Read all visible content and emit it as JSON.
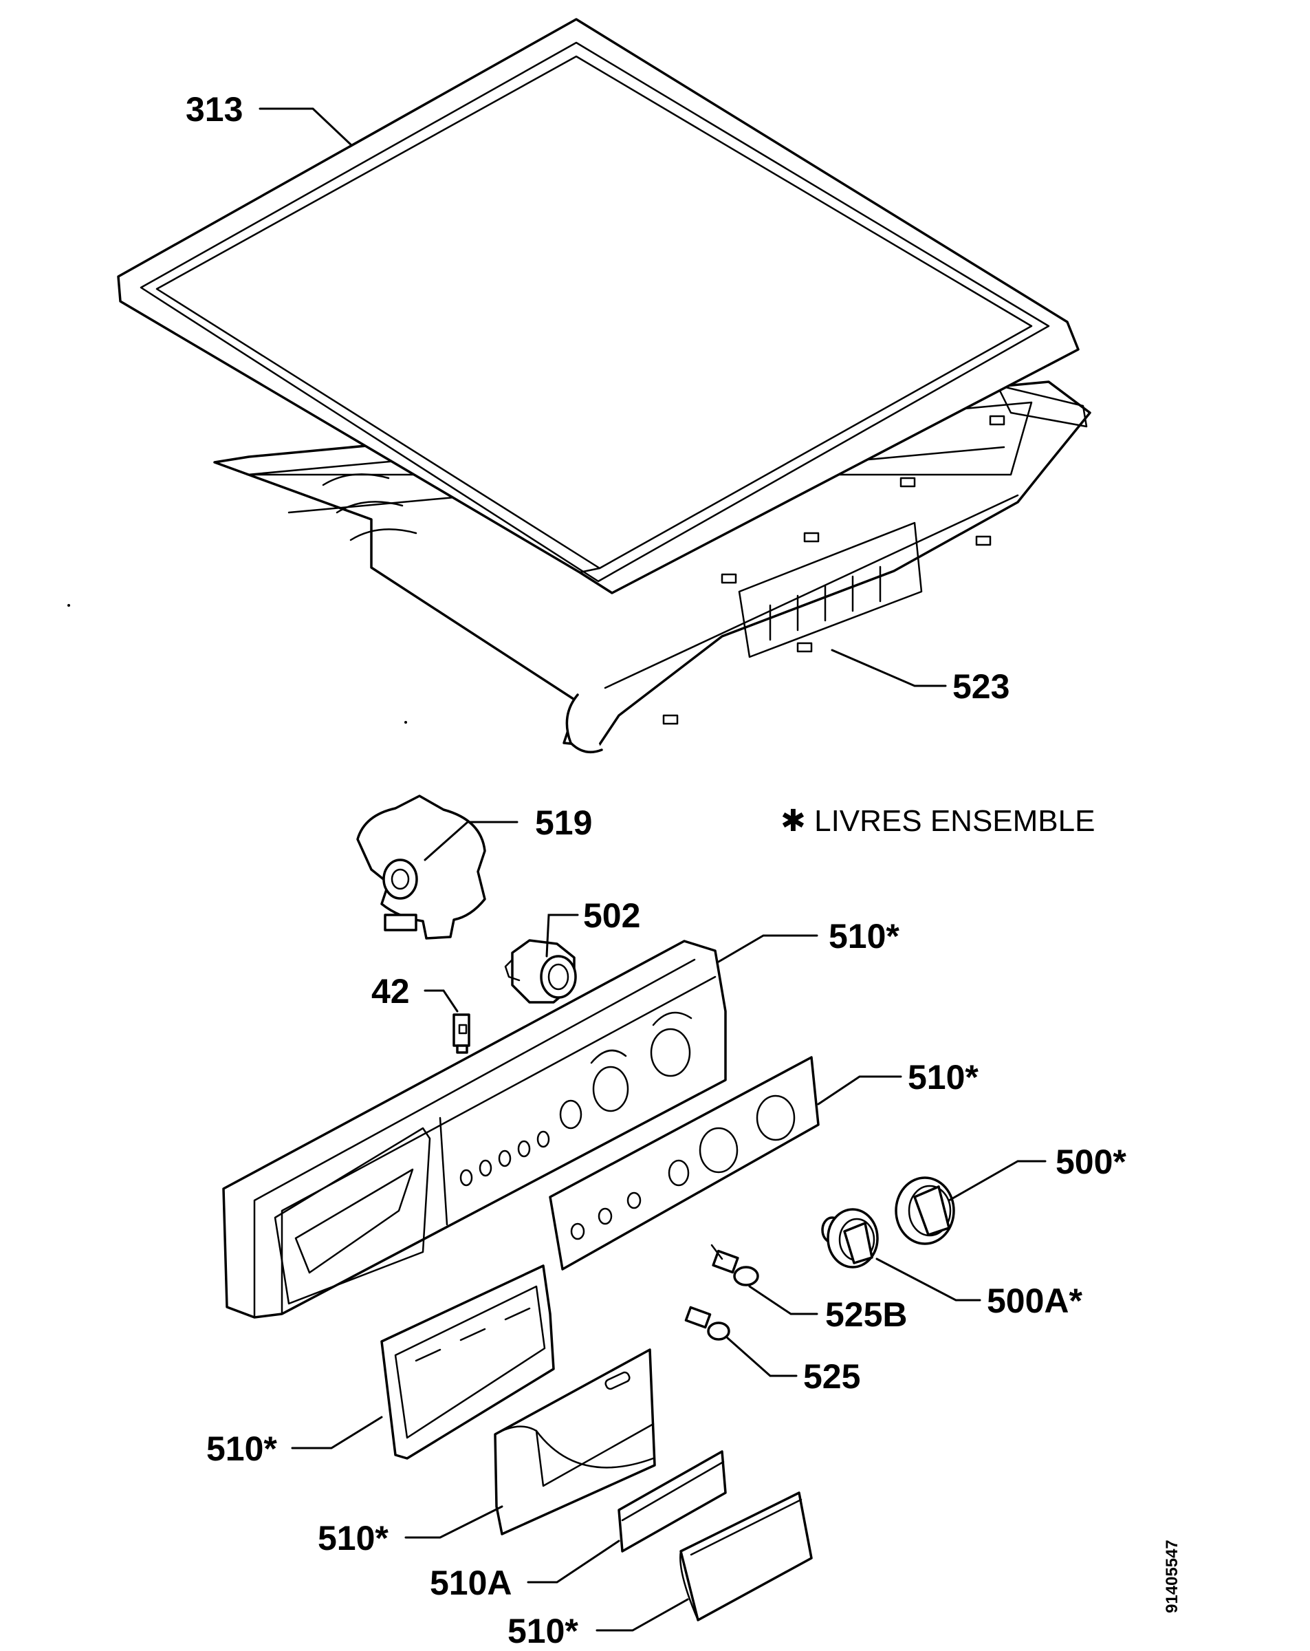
{
  "callouts": {
    "top_cover": "313",
    "control_panel_support": "523",
    "programme_selector": "519",
    "switch_502": "502",
    "component_42": "42",
    "panel_upper": "510*",
    "panel_lower": "510*",
    "knob_500": "500*",
    "knob_500a": "500A*",
    "lamp_525b": "525B",
    "lamp_525": "525",
    "dispenser_front_1": "510*",
    "dispenser_front_2": "510*",
    "insert_510a": "510A",
    "dispenser_handle": "510*"
  },
  "note": "✱  LIVRES ENSEMBLE",
  "document_number": "91405547"
}
